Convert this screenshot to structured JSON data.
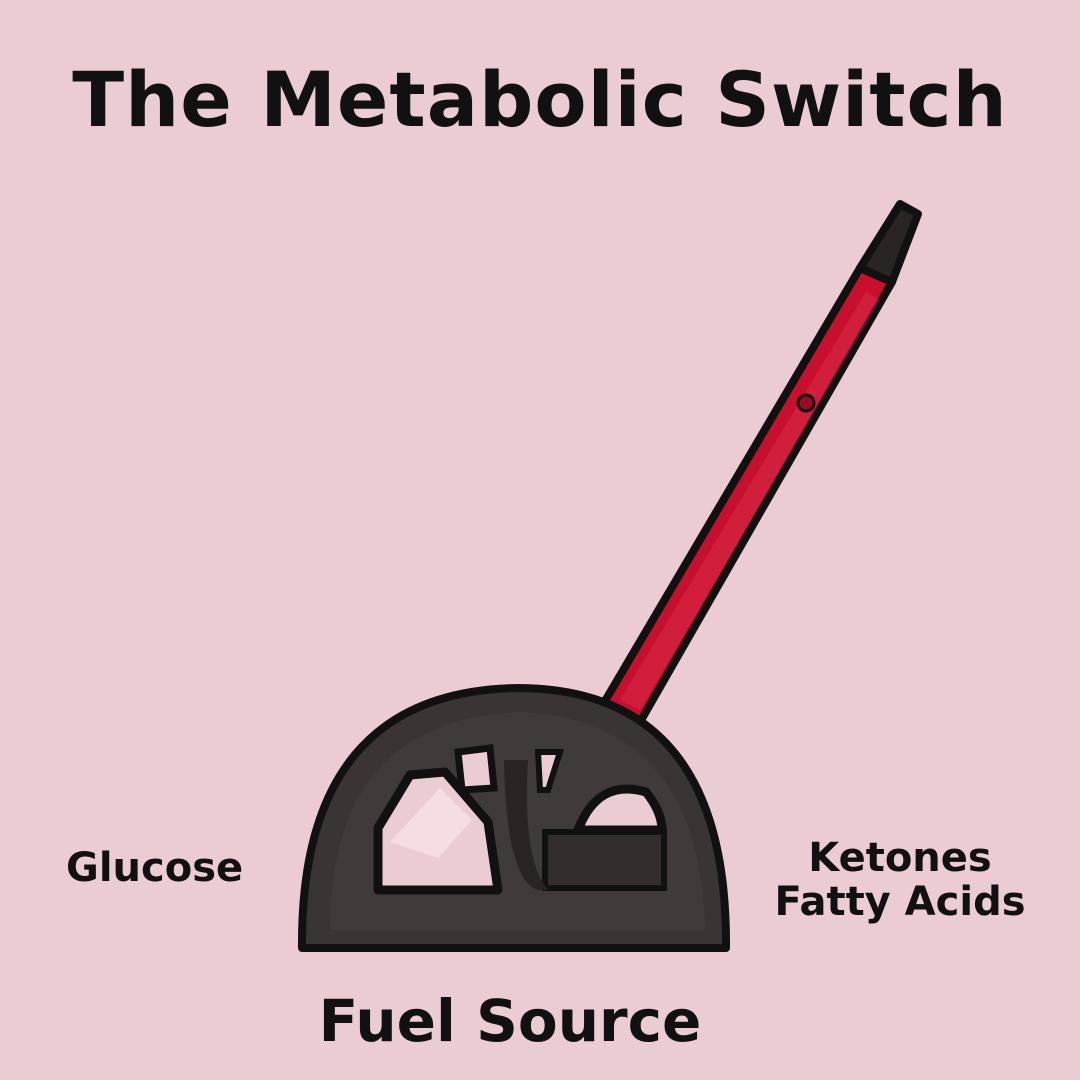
{
  "title": "The Metabolic Switch",
  "left_label": "Glucose",
  "right_label_lines": [
    "Ketones",
    "Fatty Acids"
  ],
  "bottom_label": "Fuel Source",
  "colors": {
    "background": "#ecccd3",
    "lever_red": "#c8102e",
    "base_dark": "#3a3434",
    "text": "#111111"
  },
  "icons": {
    "lever": "lever-handle-icon",
    "base": "switch-base-icon"
  }
}
